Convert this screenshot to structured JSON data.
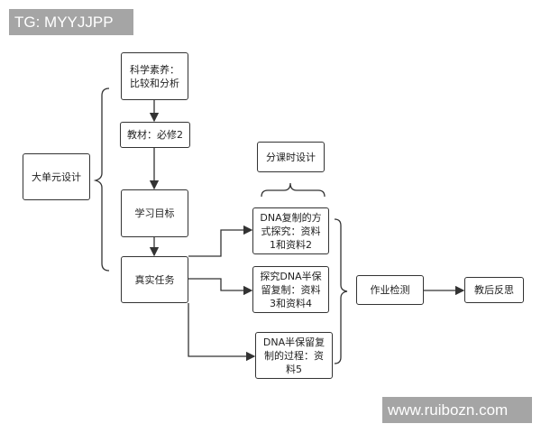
{
  "watermarks": {
    "top_left": "TG: MYYJJPP",
    "bottom_right": "www.ruibozn.com"
  },
  "nodes": {
    "big_unit": "大单元设计",
    "literacy": "科学素养：\n比较和分析",
    "textbook": "教材：必修2",
    "goals": "学习目标",
    "task": "真实任务",
    "lesson_design": "分课时设计",
    "lesson1": "DNA复制的方\n式探究：资料\n1和资料2",
    "lesson2": "探究DNA半保\n留复制：资料\n3和资料4",
    "lesson3": "DNA半保留复\n制的过程：资\n料5",
    "homework": "作业检测",
    "reflection": "教后反思"
  }
}
